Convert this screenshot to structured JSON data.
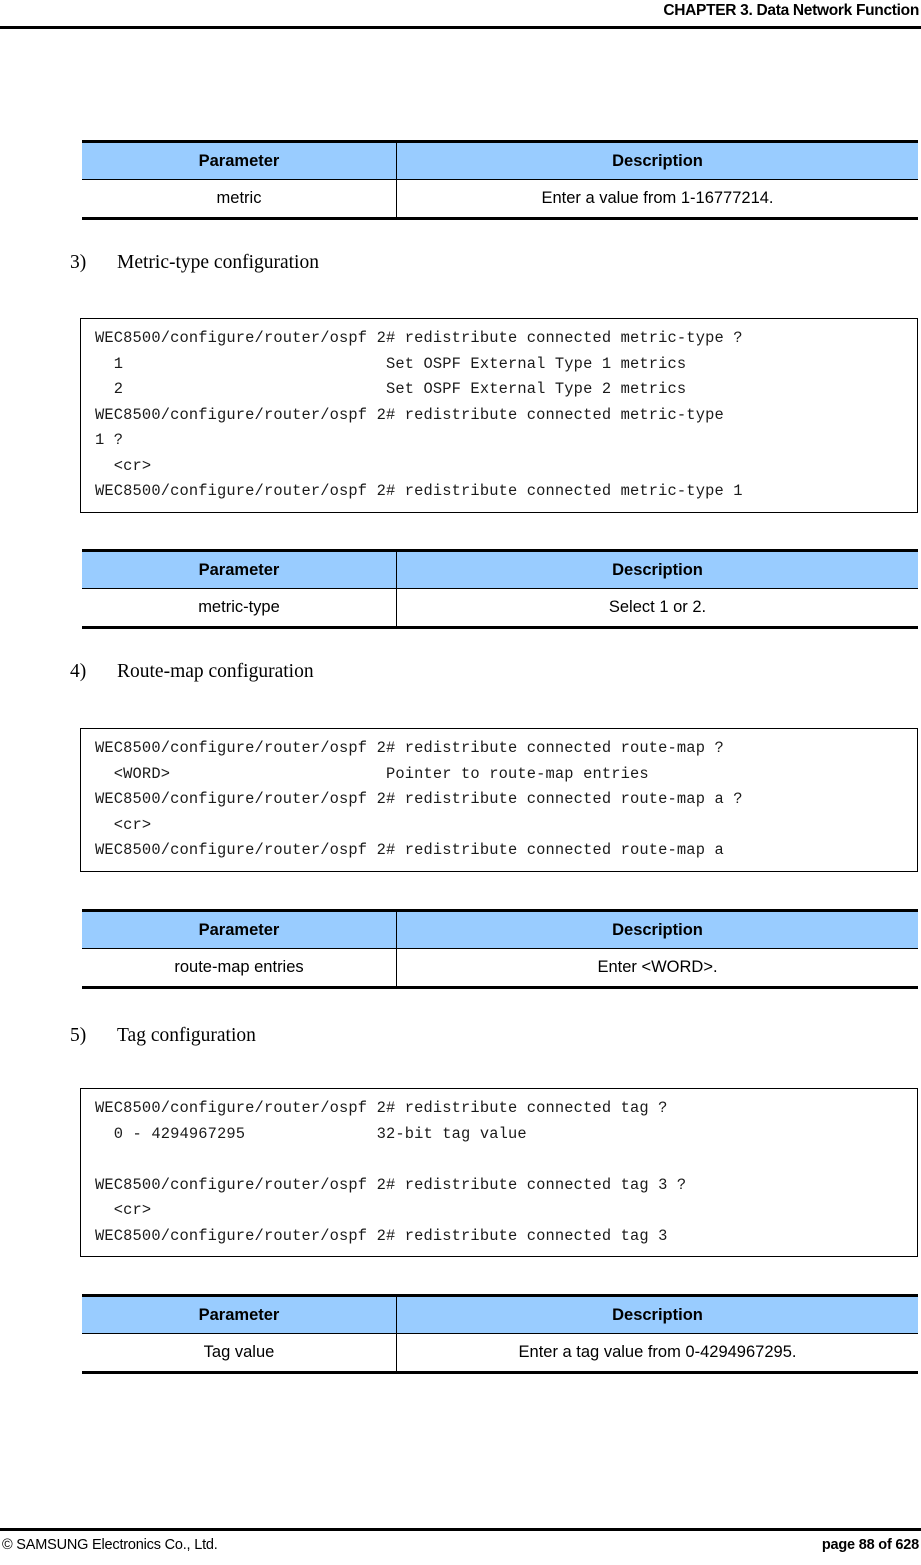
{
  "header": {
    "title": "CHAPTER 3. Data Network Function"
  },
  "footer": {
    "copyright": "© SAMSUNG Electronics Co., Ltd.",
    "page_label": "page 88 of 628"
  },
  "table_headers": {
    "parameter": "Parameter",
    "description": "Description"
  },
  "colors": {
    "table_header_blue": "#99ccff",
    "rule_black": "#000000",
    "cli_text": "#1a1a1a"
  },
  "sections": [
    {
      "id": "metric-table",
      "kind": "table",
      "rows": [
        {
          "parameter": "metric",
          "description": "Enter a value from 1-16777214."
        }
      ]
    },
    {
      "id": "metric-type",
      "kind": "step",
      "number": "3)",
      "title": "Metric-type configuration",
      "cli": "WEC8500/configure/router/ospf 2# redistribute connected metric-type ?\n  1                            Set OSPF External Type 1 metrics\n  2                            Set OSPF External Type 2 metrics\nWEC8500/configure/router/ospf 2# redistribute connected metric-type\n1 ?\n  <cr>\nWEC8500/configure/router/ospf 2# redistribute connected metric-type 1",
      "rows": [
        {
          "parameter": "metric-type",
          "description": "Select 1 or 2."
        }
      ]
    },
    {
      "id": "route-map",
      "kind": "step",
      "number": "4)",
      "title": "Route-map configuration",
      "cli": "WEC8500/configure/router/ospf 2# redistribute connected route-map ?\n  <WORD>                       Pointer to route-map entries\nWEC8500/configure/router/ospf 2# redistribute connected route-map a ?\n  <cr>\nWEC8500/configure/router/ospf 2# redistribute connected route-map a",
      "rows": [
        {
          "parameter": "route-map entries",
          "description": "Enter <WORD>."
        }
      ]
    },
    {
      "id": "tag",
      "kind": "step",
      "number": "5)",
      "title": "Tag configuration",
      "cli": "WEC8500/configure/router/ospf 2# redistribute connected tag ?\n  0 - 4294967295              32-bit tag value\n\nWEC8500/configure/router/ospf 2# redistribute connected tag 3 ?\n  <cr>\nWEC8500/configure/router/ospf 2# redistribute connected tag 3",
      "rows": [
        {
          "parameter": "Tag value",
          "description": "Enter a tag value from 0-4294967295."
        }
      ]
    }
  ]
}
